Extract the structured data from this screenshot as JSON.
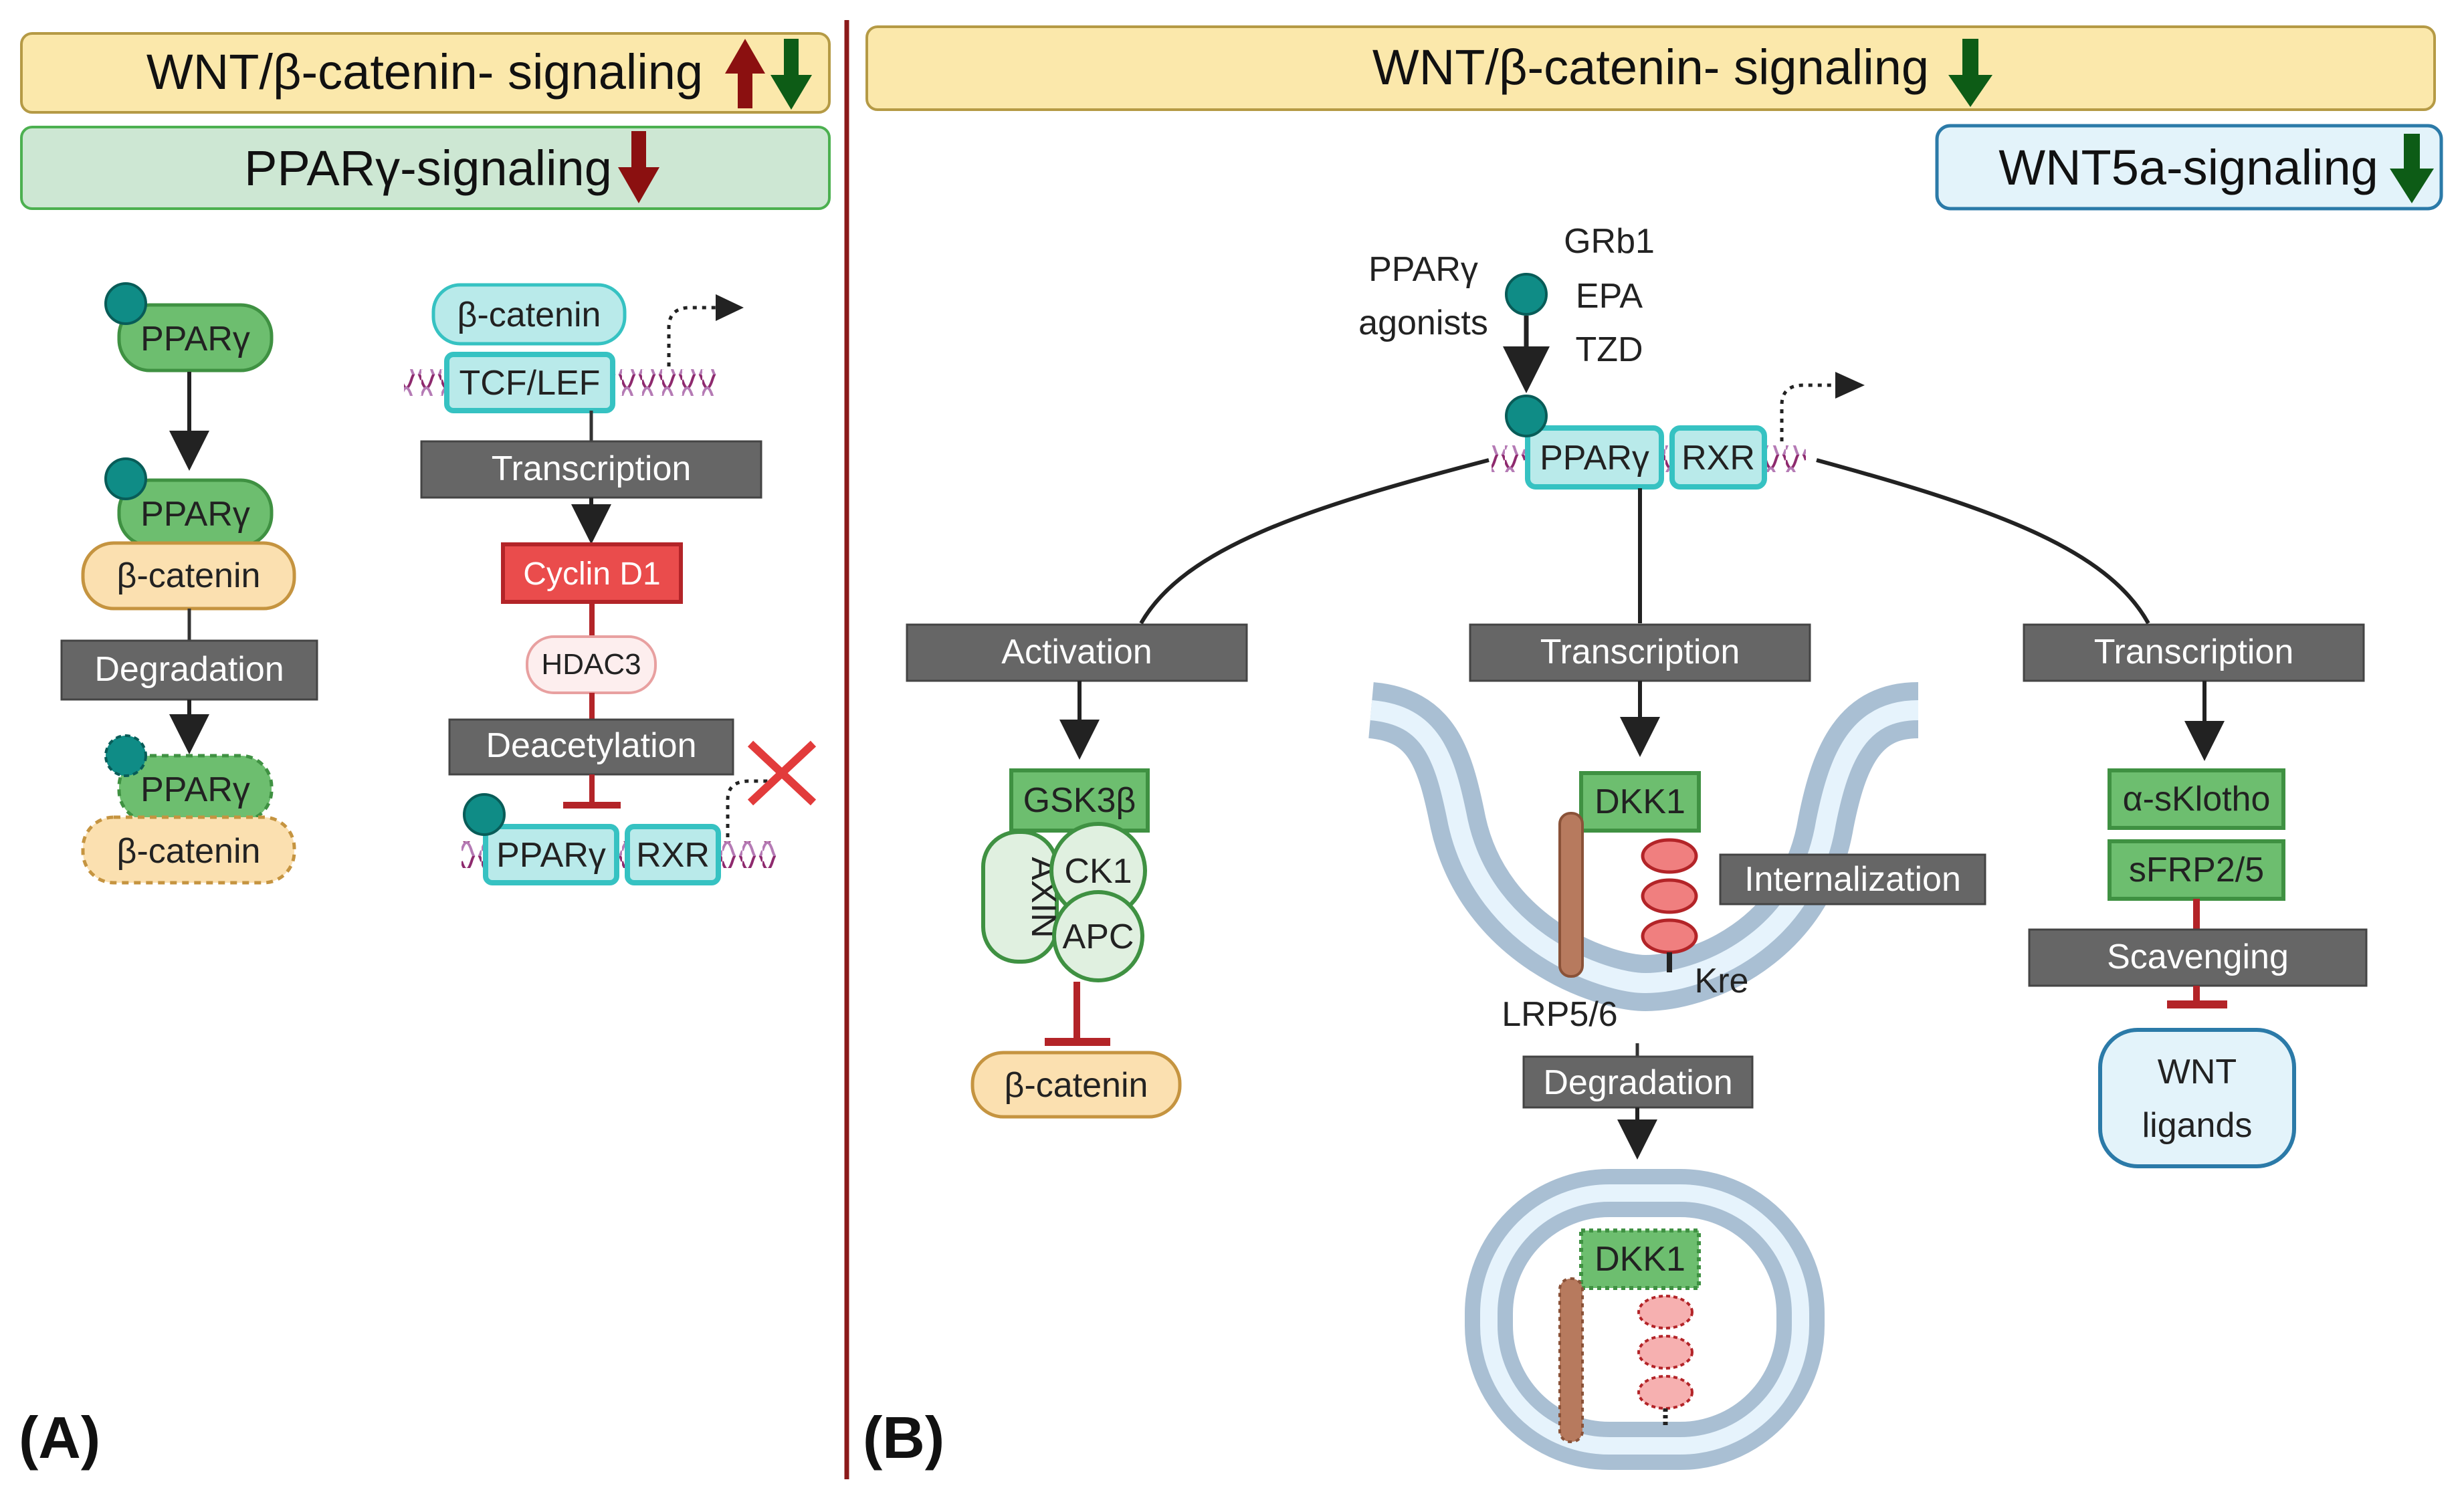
{
  "colors": {
    "banner_yellow": "#fbe8ab",
    "banner_green": "#cde7d3",
    "banner_blue": "#e3f3fa",
    "green": "#6dbe6f",
    "teal_dot": "#0f8c86",
    "teal": "#36c2c2",
    "gray_box": "#666666",
    "red_box": "#ea4c4c",
    "inhibit_red": "#b32428",
    "divider": "#8b1a1a",
    "up_arrow": "#8b1010",
    "down_arrow": "#0d5c16"
  },
  "panel_a": {
    "label": "(A)",
    "banner_wnt": "WNT/β-catenin- signaling",
    "banner_ppar": "PPARγ-signaling",
    "pparg_1": "PPARγ",
    "pparg_2": "PPARγ",
    "bcat_1": "β-catenin",
    "degradation": "Degradation",
    "pparg_3": "PPARγ",
    "bcat_2": "β-catenin",
    "bcat_top": "β-catenin",
    "tcf_lef": "TCF/LEF",
    "transcription": "Transcription",
    "cyclin": "Cyclin D1",
    "hdac3": "HDAC3",
    "deacetylation": "Deacetylation",
    "pparg_4": "PPARγ",
    "rxr": "RXR"
  },
  "panel_b": {
    "label": "(B)",
    "banner_wnt": "WNT/β-catenin- signaling",
    "banner_wnt5a": "WNT5a-signaling",
    "agonists_1": "PPARγ",
    "agonists_2": "agonists",
    "grb1": "GRb1",
    "epa": "EPA",
    "tzd": "TZD",
    "pparg": "PPARγ",
    "rxr": "RXR",
    "activation": "Activation",
    "transcription_mid": "Transcription",
    "transcription_right": "Transcription",
    "gsk3b": "GSK3β",
    "axin": "AXIN",
    "ck1": "CK1",
    "apc": "APC",
    "bcat": "β-catenin",
    "dkk1": "DKK1",
    "internalization": "Internalization",
    "kre": "Kre",
    "lrp": "LRP5/6",
    "degradation": "Degradation",
    "dkk1_vesicle": "DKK1",
    "sklotho": "α-sKlotho",
    "sfrp": "sFRP2/5",
    "scavenging": "Scavenging",
    "wnt_1": "WNT",
    "wnt_2": "ligands"
  }
}
